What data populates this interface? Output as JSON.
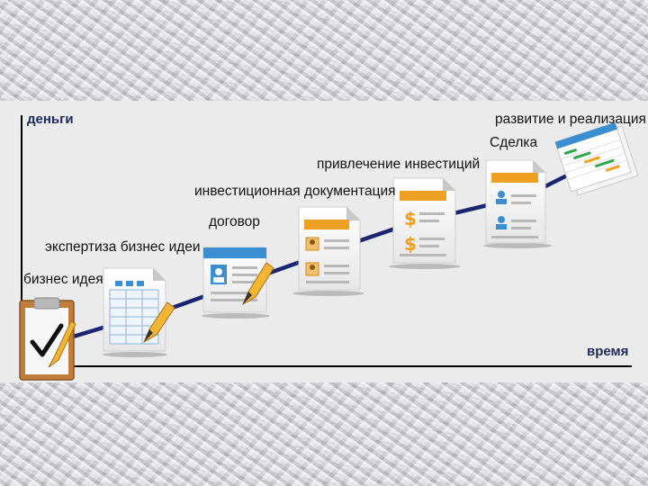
{
  "axes": {
    "y_label": "деньги",
    "x_label": "время"
  },
  "stages": [
    {
      "label": "бизнес идея",
      "icon": "clipboard-check-icon"
    },
    {
      "label": "экспертиза бизнес идеи",
      "icon": "spreadsheet-pencil-icon"
    },
    {
      "label": "договор",
      "icon": "profile-card-pencil-icon"
    },
    {
      "label": "инвестиционная документация",
      "icon": "document-profiles-icon"
    },
    {
      "label": "привлечение инвестиций",
      "icon": "document-dollar-icon"
    },
    {
      "label": "Сделка",
      "icon": "document-users-icon"
    },
    {
      "label": "развитие и реализация",
      "icon": "gantt-chart-icon"
    }
  ],
  "colors": {
    "trend_line": "#1b2470",
    "axis": "#000000",
    "accent_orange": "#f0a020",
    "accent_blue": "#3b8fd0"
  }
}
